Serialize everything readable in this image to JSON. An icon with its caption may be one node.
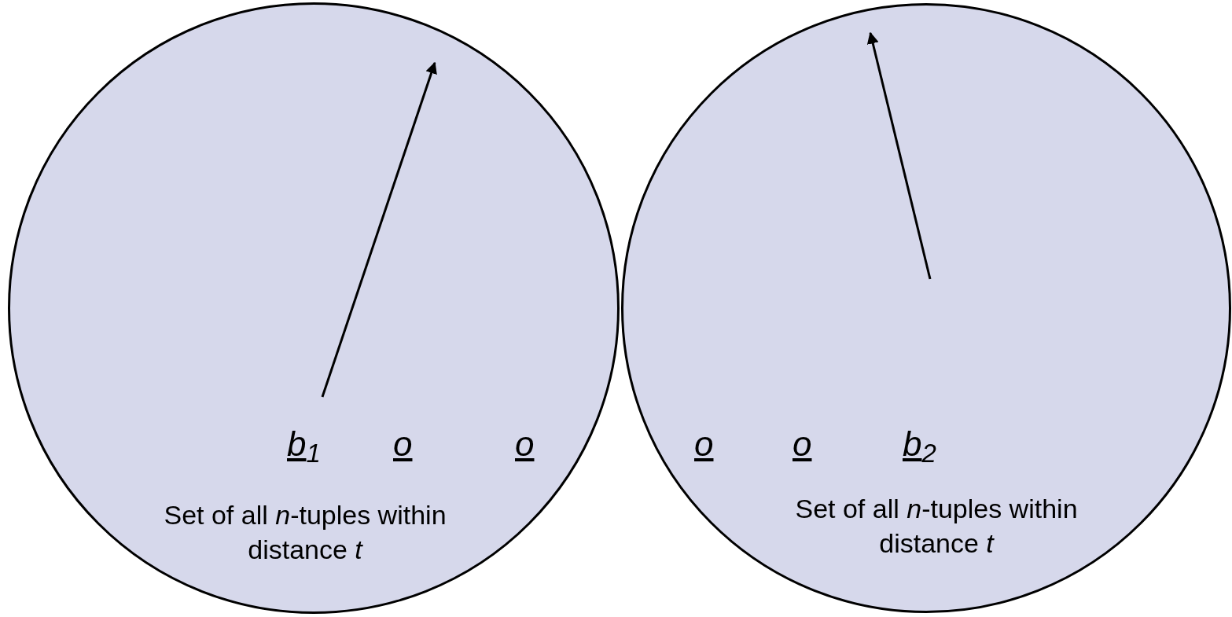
{
  "diagram": {
    "nodes": [
      {
        "text": [
          "Set of all *n*-tuples within distance *t*"
        ]
      },
      {
        "text": [
          "Set of all *n*-tuples within distance *t*"
        ]
      }
    ],
    "labels": [
      "b$_{1}$",
      "o",
      "o",
      "o",
      "o",
      "b$_{2}$"
    ]
  }
}
